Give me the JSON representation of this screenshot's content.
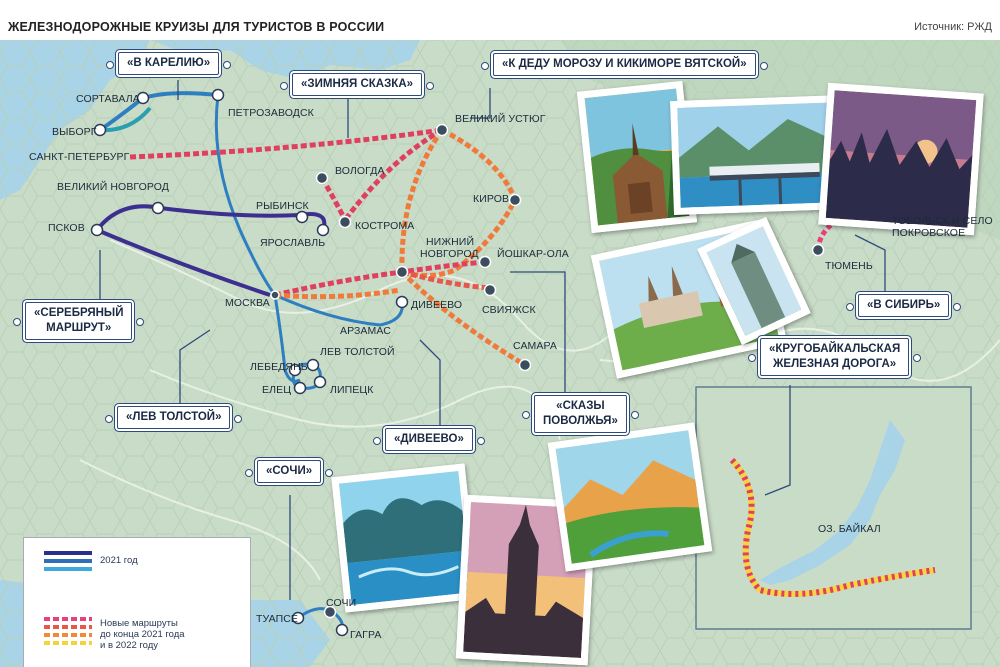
{
  "header": {
    "title": "ЖЕЛЕЗНОДОРОЖНЫЕ КРУИЗЫ ДЛЯ ТУРИСТОВ В РОССИИ",
    "source": "Источник: РЖД"
  },
  "routes": [
    {
      "name": "«В КАРЕЛИЮ»"
    },
    {
      "name": "«ЗИМНЯЯ СКАЗКА»"
    },
    {
      "name": "«К ДЕДУ МОРОЗУ И КИКИМОРЕ ВЯТСКОЙ»"
    },
    {
      "name": "«СЕРЕБРЯНЫЙ МАРШРУТ»",
      "line1": "«СЕРЕБРЯНЫЙ",
      "line2": "МАРШРУТ»"
    },
    {
      "name": "«ЛЕВ ТОЛСТОЙ»"
    },
    {
      "name": "«ДИВЕЕВО»"
    },
    {
      "name": "«СКАЗЫ ПОВОЛЖЬЯ»",
      "line1": "«СКАЗЫ",
      "line2": "ПОВОЛЖЬЯ»"
    },
    {
      "name": "«В СИБИРЬ»"
    },
    {
      "name": "«КРУГОБАЙКАЛЬСКАЯ ЖЕЛЕЗНАЯ ДОРОГА»",
      "line1": "«КРУГОБАЙКАЛЬСКАЯ",
      "line2": "ЖЕЛЕЗНАЯ ДОРОГА»"
    },
    {
      "name": "«СОЧИ»"
    }
  ],
  "cities": {
    "sortavala": "СОРТАВАЛА",
    "petrozavodsk": "ПЕТРОЗАВОДСК",
    "vyborg": "ВЫБОРГ",
    "spb": "САНКТ-ПЕТЕРБУРГ",
    "velikiy_novgorod": "ВЕЛИКИЙ НОВГОРОД",
    "pskov": "ПСКОВ",
    "rybinsk": "РЫБИНСК",
    "yaroslavl": "ЯРОСЛАВЛЬ",
    "vologda": "ВОЛОГДА",
    "kostroma": "КОСТРОМА",
    "velikiy_ustyug": "ВЕЛИКИЙ УСТЮГ",
    "kirov": "КИРОВ",
    "nizhniy_novgorod_1": "НИЖНИЙ",
    "nizhniy_novgorod_2": "НОВГОРОД",
    "yoshkar_ola": "ЙОШКАР-ОЛА",
    "sviyazhsk": "СВИЯЖСК",
    "samara": "САМАРА",
    "moscow": "МОСКВА",
    "diveevo": "ДИВЕЕВО",
    "arzamas": "АРЗАМАС",
    "lev_tolstoy": "ЛЕВ ТОЛСТОЙ",
    "lebedyan": "ЛЕБЕДЯНЬ",
    "elets": "ЕЛЕЦ",
    "lipetsk": "ЛИПЕЦК",
    "tobolsk_1": "ТОБОЛЬСК И СЕЛО",
    "tobolsk_2": "ПОКРОВСКОЕ",
    "tyumen": "ТЮМЕНЬ",
    "baikal": "ОЗ. БАЙКАЛ",
    "tuapse": "ТУАПСЕ",
    "sochi": "СОЧИ",
    "gagra": "ГАГРА"
  },
  "legend": {
    "item1": "2021 год",
    "item2_line1": "Новые маршруты",
    "item2_line2": "до конца 2021 года",
    "item2_line3": "и в 2022 году",
    "colors_2021": [
      "#2b2f8f",
      "#2f6fb8",
      "#3ea9dd"
    ],
    "colors_new": [
      "#e8407a",
      "#e7574c",
      "#f08a3a",
      "#f5d33a"
    ]
  },
  "colors": {
    "land": "#c9dcc8",
    "water": "#a9d3e6",
    "route_dark": "#3c2f8f",
    "route_mid": "#2e7fc0",
    "route_teal": "#2a9fb0",
    "route_red": "#e0405f",
    "route_orange": "#f07a3a",
    "route_yellow": "#f5d640",
    "tag_border": "#2f4b7a"
  }
}
